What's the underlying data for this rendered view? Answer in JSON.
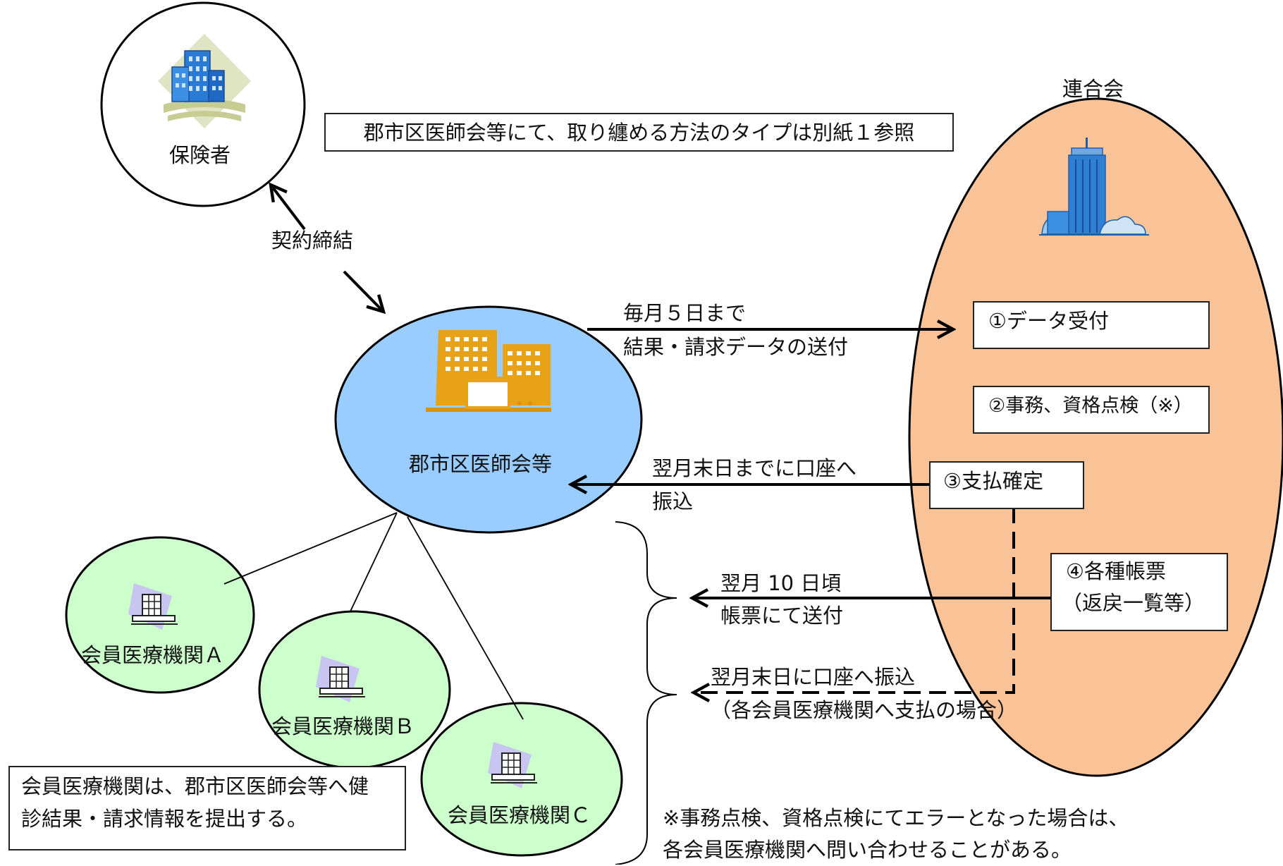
{
  "note_top": "郡市区医師会等にて、取り纏める方法のタイプは別紙１参照",
  "insurer": {
    "label": "保険者"
  },
  "contract_label": "契約締結",
  "federation": {
    "label": "連合会",
    "steps": {
      "data_receipt": "①データ受付",
      "check": "②事務、資格点検（※）",
      "payment_confirm": "③支払確定",
      "forms_line1": "④各種帳票",
      "forms_line2": "（返戻一覧等）"
    }
  },
  "association": {
    "label": "郡市区医師会等"
  },
  "send_data": {
    "line1": "毎月５日まで",
    "line2": "結果・請求データの送付"
  },
  "transfer": {
    "line1": "翌月末日までに口座へ",
    "line2": "振込"
  },
  "forms_send": {
    "line1": "翌月 10 日頃",
    "line2": "帳票にて送付"
  },
  "direct_transfer": {
    "line1": "翌月末日に口座へ振込",
    "line2": "（各会員医療機関へ支払の場合）"
  },
  "members": {
    "a": "会員医療機関Ａ",
    "b": "会員医療機関Ｂ",
    "c": "会員医療機関Ｃ"
  },
  "note_members": {
    "line1": "会員医療機関は、郡市区医師会等へ健",
    "line2": "診結果・請求情報を提出する。"
  },
  "note_error": {
    "line1": "※事務点検、資格点検にてエラーとなった場合は、",
    "line2": "各会員医療機関へ問い合わせることがある。"
  },
  "colors": {
    "federation_fill": "#f9c397",
    "association_fill": "#99ccff",
    "member_fill": "#ccffcc",
    "insurer_fill": "#ffffff"
  }
}
